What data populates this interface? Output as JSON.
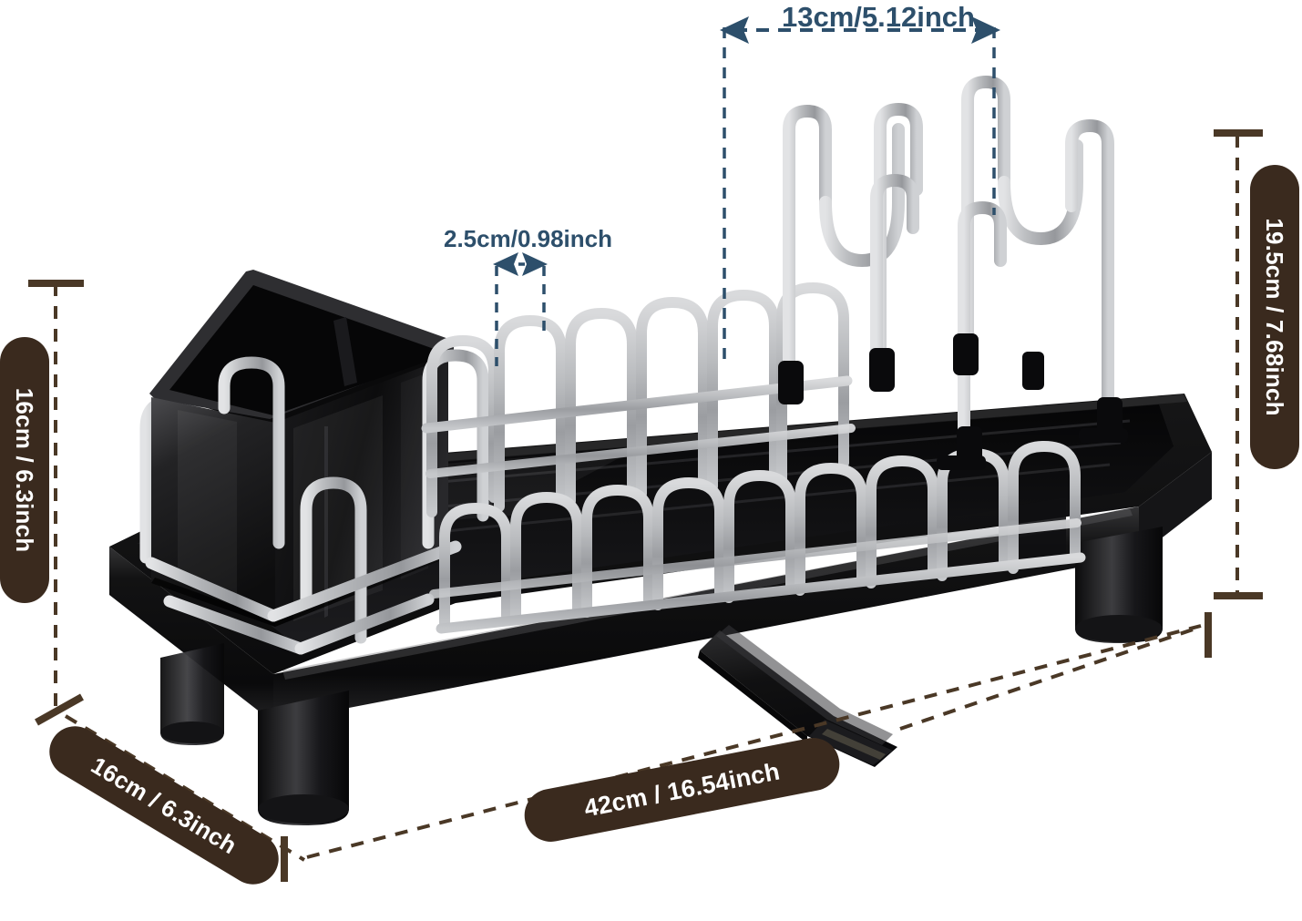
{
  "diagram": {
    "kind": "product-dimension-diagram",
    "product": "dish drying rack with utensil holder and drainage spout",
    "background_color": "#ffffff",
    "annotation_colors": {
      "badge_fill": "#3a2a1e",
      "badge_text": "#ffffff",
      "blue_text": "#2d4f6b",
      "dashed_brown": "#4a3826",
      "dashed_navy": "#2d4f6b"
    }
  },
  "measurements": {
    "height_left": {
      "name": "tray-to-rack-height",
      "text": "16cm / 6.3inch",
      "cm": 16,
      "inch": 6.3,
      "style": "brown-pill",
      "orientation": "vertical"
    },
    "height_right": {
      "name": "overall-height",
      "text": "19.5cm / 7.68inch",
      "cm": 19.5,
      "inch": 7.68,
      "style": "brown-pill",
      "orientation": "vertical"
    },
    "width_bottom": {
      "name": "overall-width",
      "text": "42cm / 16.54inch",
      "cm": 42,
      "inch": 16.54,
      "style": "brown-pill",
      "orientation": "horizontal"
    },
    "depth_bottom": {
      "name": "overall-depth",
      "text": "16cm / 6.3inch",
      "cm": 16,
      "inch": 6.3,
      "style": "brown-pill",
      "orientation": "diagonal"
    },
    "cup_holder_span": {
      "name": "cup-holder-span",
      "text": "13cm/5.12inch",
      "cm": 13,
      "inch": 5.12,
      "style": "blue-arrow",
      "orientation": "horizontal"
    },
    "slot_gap": {
      "name": "dish-slot-gap",
      "text": "2.5cm/0.98inch",
      "cm": 2.5,
      "inch": 0.98,
      "style": "blue-arrow",
      "orientation": "horizontal"
    }
  },
  "product_parts": {
    "tray": "black plastic drip tray",
    "utensil_caddy": "black two-compartment cutlery holder",
    "wire_frame": "grey coated steel dish slots",
    "cup_holders": "grey coated steel cup and lid holders",
    "spout": "black rotating drainage spout",
    "legs": "black cylindrical feet"
  }
}
